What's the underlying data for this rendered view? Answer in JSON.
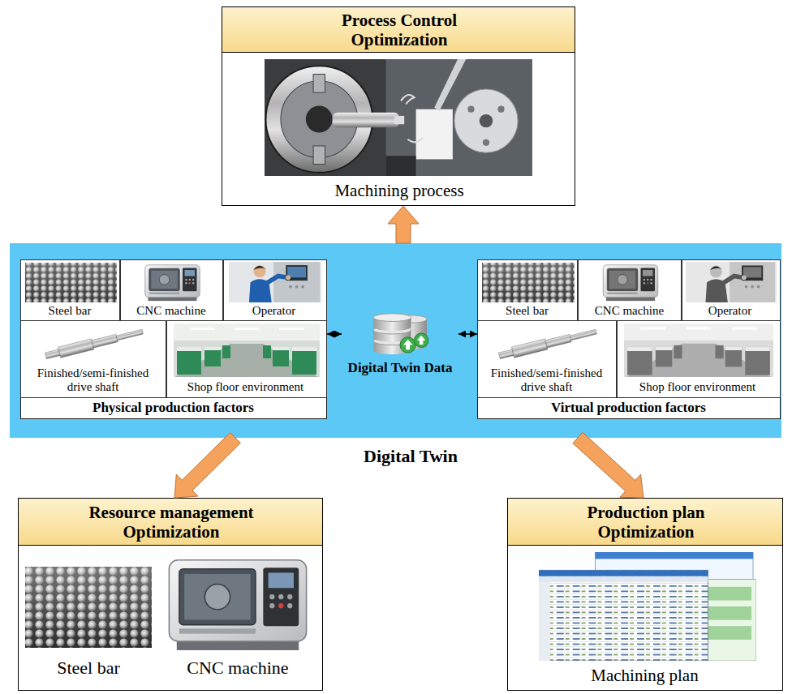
{
  "diagram": {
    "nodes": [
      {
        "text": [
          "Process Control Optimization",
          "Machining process"
        ]
      },
      {
        "text": [
          "Digital Twin"
        ]
      },
      {
        "text": [
          "Physical production factors"
        ],
        "in": 1
      },
      {
        "text": [
          "Steel bar"
        ],
        "in": 2
      },
      {
        "text": [
          "CNC machine"
        ],
        "in": 2
      },
      {
        "text": [
          "Operator"
        ],
        "in": 2
      },
      {
        "text": [
          "Finished/semi-finished drive shaft"
        ],
        "in": 2
      },
      {
        "text": [
          "Shop floor environment"
        ],
        "in": 2
      },
      {
        "text": [
          "Digital Twin Data"
        ],
        "in": 1
      },
      {
        "text": [
          "Virtual production factors"
        ],
        "in": 1
      },
      {
        "text": [
          "Steel bar"
        ],
        "in": 9
      },
      {
        "text": [
          "CNC machine"
        ],
        "in": 9
      },
      {
        "text": [
          "Operator"
        ],
        "in": 9
      },
      {
        "text": [
          "Finished/semi-finished drive shaft"
        ],
        "in": 9
      },
      {
        "text": [
          "Shop floor environment"
        ],
        "in": 9
      },
      {
        "text": [
          "Resource management Optimization",
          "Steel bar",
          "CNC machine"
        ]
      },
      {
        "text": [
          "Production plan Optimization",
          "Machining plan"
        ]
      }
    ],
    "edges": [
      {
        "from": 1,
        "to": 0,
        "arrow": "to"
      },
      {
        "from": 2,
        "to": 8,
        "arrow": "both"
      },
      {
        "from": 8,
        "to": 9,
        "arrow": "both"
      },
      {
        "from": 1,
        "to": 15,
        "arrow": "to"
      },
      {
        "from": 1,
        "to": 16,
        "arrow": "to"
      }
    ]
  }
}
